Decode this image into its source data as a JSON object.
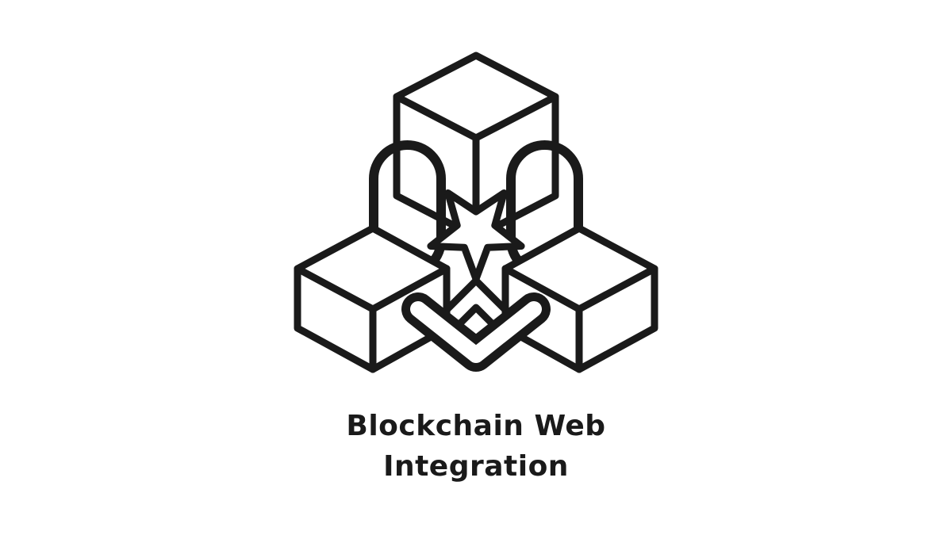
{
  "colors": {
    "ink": "#1a1a1a",
    "background": "#ffffff"
  },
  "illustration": {
    "icon_name": "blockchain-cubes-linked-by-chains",
    "caption_line1": "Blockchain Web",
    "caption_line2": "Integration"
  }
}
